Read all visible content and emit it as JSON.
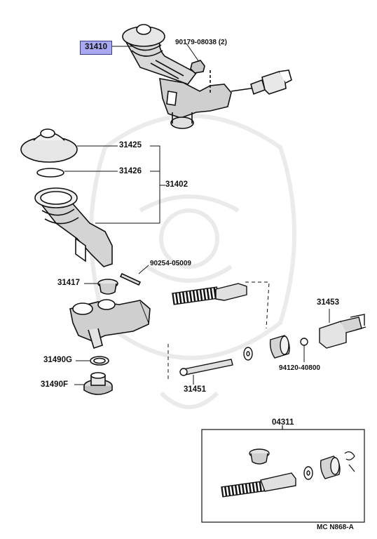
{
  "labels": {
    "main_assembly": "31410",
    "nut": "90179-08038 (2)",
    "cap": "31425",
    "gasket": "31426",
    "reservoir_set": "31402",
    "pin": "90254-05009",
    "grommet": "31417",
    "washer": "31490G",
    "plug": "31490F",
    "push_rod": "31453",
    "snap_ring": "94120-40800",
    "piston": "31451",
    "kit": "04311",
    "diagram_code": "MC N868-A"
  },
  "colors": {
    "highlight": "#a9a9f2",
    "line": "#111111"
  }
}
